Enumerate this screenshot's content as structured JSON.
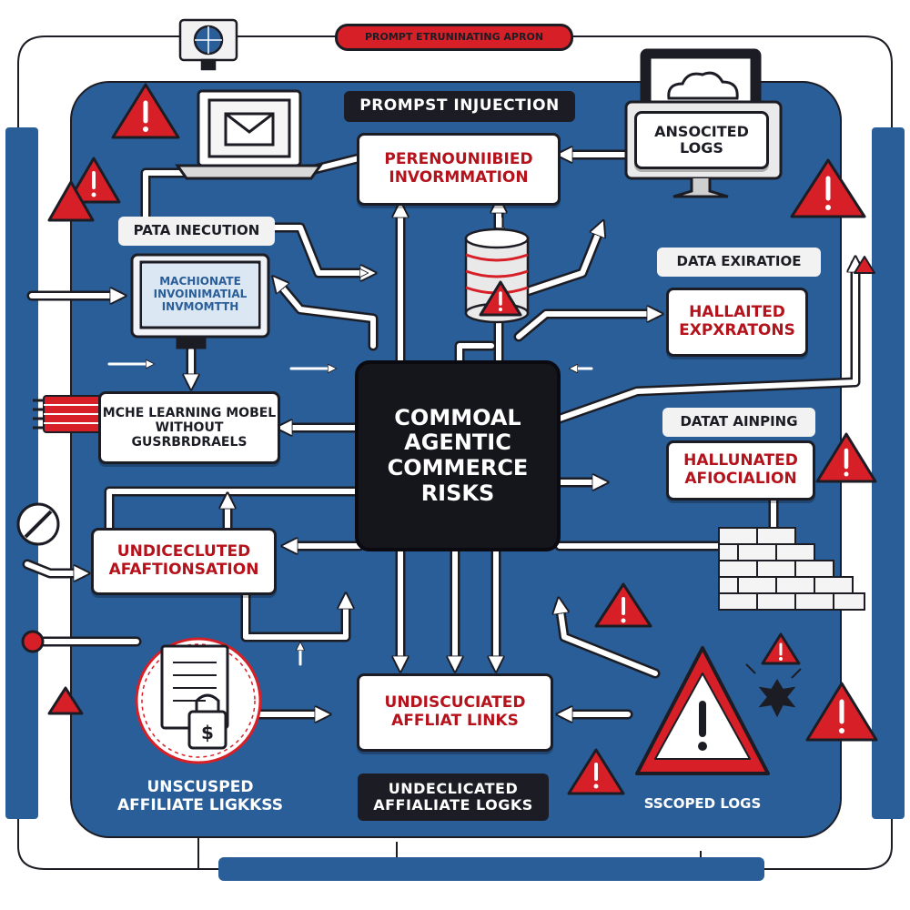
{
  "colors": {
    "panel_blue": "#2a5e98",
    "accent_red": "#d71f27",
    "ink": "#1c1c24",
    "arrow_white": "#ffffff"
  },
  "banner": {
    "text": "PROMPT ETRUNINATING APRON"
  },
  "hub": {
    "line1": "COMMOAL",
    "line2": "AGENTIC",
    "line3": "COMMERCE",
    "line4": "RISKS"
  },
  "tags": {
    "prompt_injection": "PROMPST INJUECTION",
    "data_injection": "PATA INECUTION",
    "data_exfiltration": "DATA EXIRATIOE",
    "data_aiping": "DATAT AINPING",
    "undeclicated_logs": "UNDECLICATED AFFIALIATE LOGKS"
  },
  "boxes": {
    "personal_info": "PERENOUNIIBIED INVORMMATION",
    "associated_logs": "ANSOCITED LOGS",
    "monitor_text": "MACHIONATE INVOINIMATIAL INVMOMTTH",
    "hallucinated_exp": "HALLAITED EXPXRATONS",
    "ml_model": "MCHE LEARNING MOBEL WITHOUT GUSRBRDRAELS",
    "hallucinated_aff": "HALLUNATED AFIOCIALION",
    "undisclosed_auth": "UNDICECLUTED AFAFTIONSATION",
    "undiscl_links": "UNDISCUCIATED AFFLIAT LINKS"
  },
  "labels": {
    "unscoped_links": "UNSCUSPED AFFILIATE LIGKKSS",
    "scoped_logs": "SSCOPED LOGS"
  },
  "icons": [
    "globe-monitor-icon",
    "laptop-mail-icon",
    "cloud-laptop-icon",
    "database-icon",
    "warning-triangle-icon",
    "brick-wall-icon",
    "document-lock-icon",
    "blocked-icon",
    "spark-icon",
    "cable-plug-icon"
  ]
}
